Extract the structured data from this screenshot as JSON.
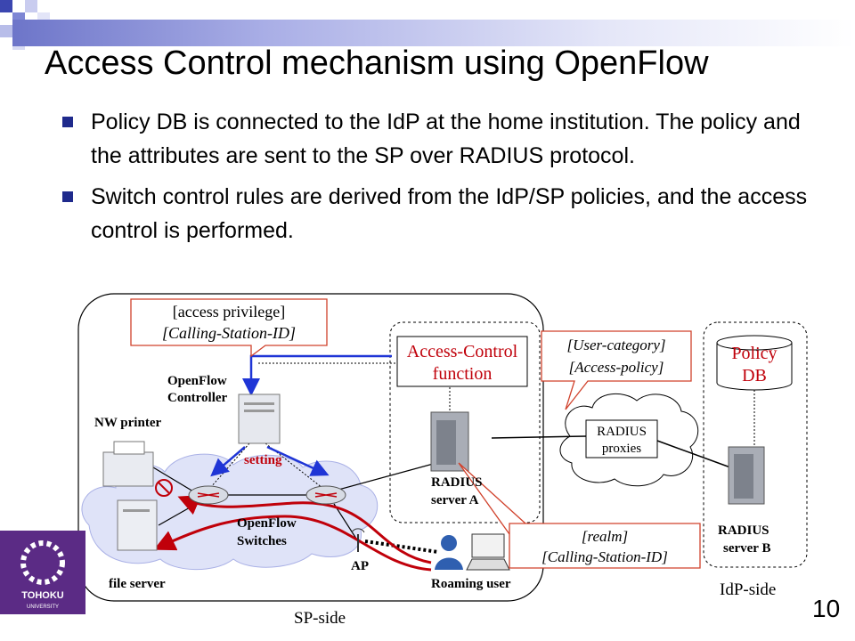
{
  "title": "Access Control mechanism using OpenFlow",
  "bullets": [
    "Policy DB is connected to the IdP at the home institution. The policy and the attributes are sent to the SP over RADIUS protocol.",
    "Switch control rules are derived from the IdP/SP policies, and the access control is performed."
  ],
  "diagram": {
    "callout_sp": {
      "line1": "[access privilege]",
      "line2": "[Calling-Station-ID]"
    },
    "openflow_controller": {
      "line1": "OpenFlow",
      "line2": "Controller"
    },
    "nw_printer": "NW printer",
    "setting": "setting",
    "openflow_switches": {
      "line1": "OpenFlow",
      "line2": "Switches"
    },
    "file_server": "file server",
    "ap": "AP",
    "access_control": {
      "line1": "Access-Control",
      "line2": "function"
    },
    "radius_a": {
      "line1": "RADIUS",
      "line2": "server A"
    },
    "callout_idp": {
      "line1": "[User-category]",
      "line2": "[Access-policy]"
    },
    "radius_proxies": {
      "line1": "RADIUS",
      "line2": "proxies"
    },
    "policy_db": {
      "line1": "Policy",
      "line2": "DB"
    },
    "radius_b": {
      "line1": "RADIUS",
      "line2": "server B"
    },
    "callout_realm": {
      "line1": "[realm]",
      "line2": "[Calling-Station-ID]"
    },
    "roaming_user": "Roaming user",
    "sp_side": "SP-side",
    "idp_side": "IdP-side"
  },
  "logo": {
    "text": "TOHOKU",
    "subtext": "UNIVERSITY"
  },
  "page_number": "10",
  "colors": {
    "accent": "#1f2a8c",
    "red": "#c0000a",
    "blue": "#1f35d6",
    "logo": "#5b2b85",
    "cloud": "#dfe3f8"
  }
}
